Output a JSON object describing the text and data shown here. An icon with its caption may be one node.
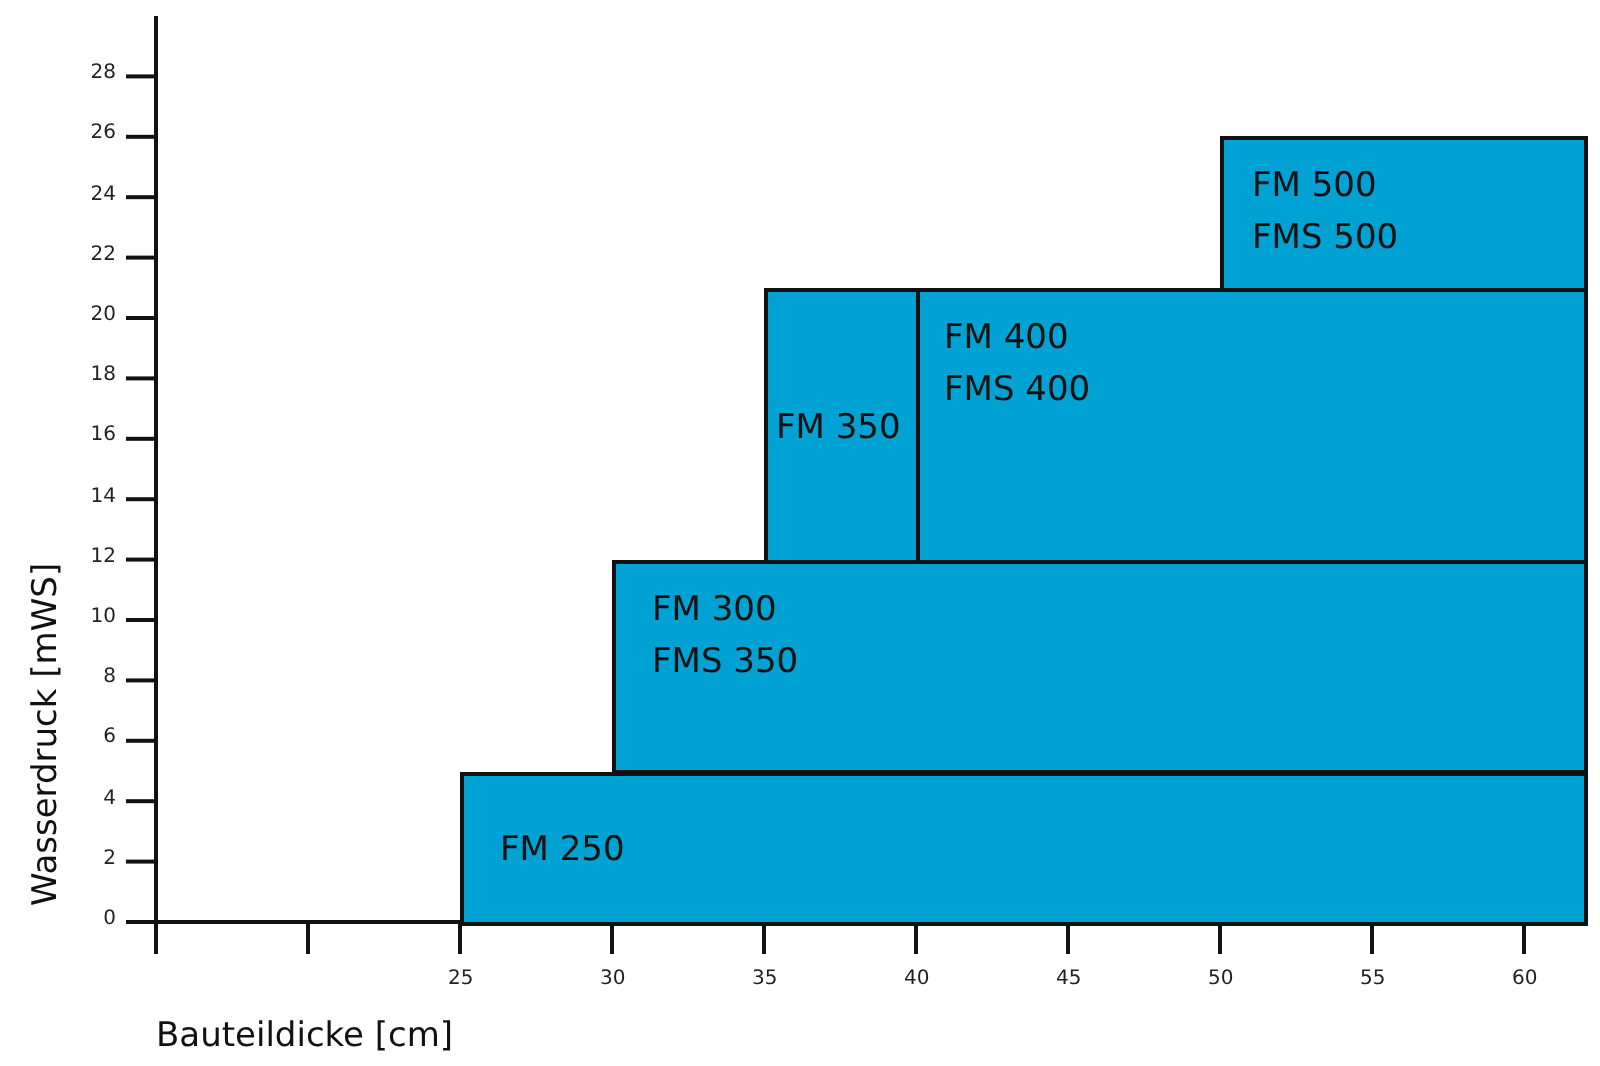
{
  "diagram": {
    "nodes": [
      {
        "text": [
          "FM 250"
        ]
      },
      {
        "text": [
          "FM 300",
          "FMS 350"
        ]
      },
      {
        "text": [
          "FM 350"
        ]
      },
      {
        "text": [
          "FM 400",
          "FMS 400"
        ]
      },
      {
        "text": [
          "FM 500",
          "FMS 500"
        ]
      }
    ],
    "labels": [
      "0",
      "2",
      "4",
      "6",
      "8",
      "10",
      "12",
      "14",
      "16",
      "18",
      "20",
      "22",
      "24",
      "26",
      "28",
      "25",
      "30",
      "35",
      "40",
      "45",
      "50",
      "55",
      "60",
      "Wasserdruck [mWS]",
      "Bauteildicke [cm]"
    ]
  }
}
